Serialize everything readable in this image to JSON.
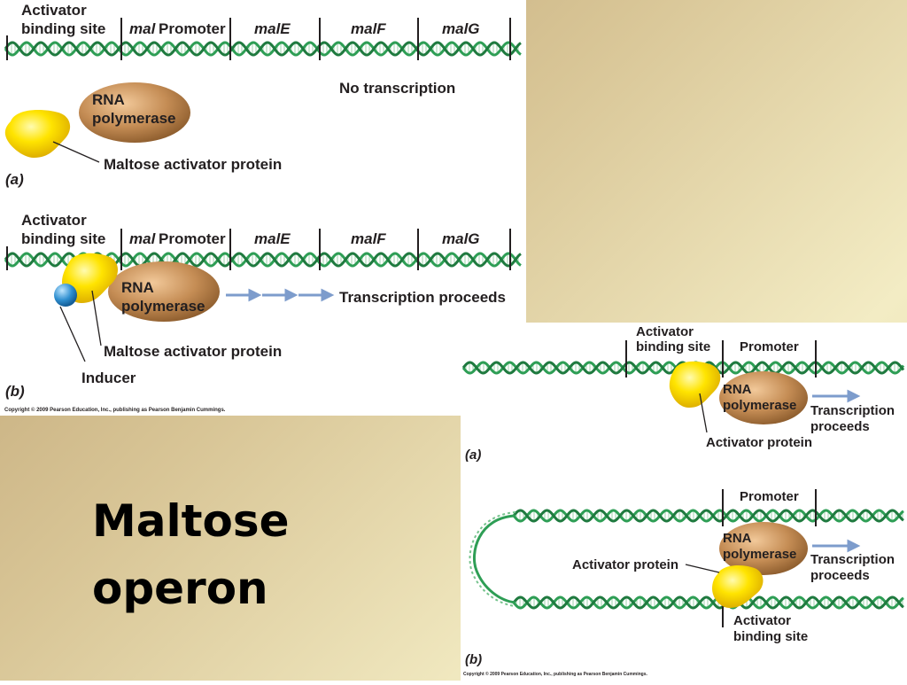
{
  "slide": {
    "title_line1": "Maltose",
    "title_line2": "operon",
    "colors": {
      "dna": "#2e9e55",
      "polymerase": "#c08a52",
      "activator": "#f5d800",
      "inducer": "#2f8fd0",
      "arrow": "#7d9ccc"
    }
  },
  "figure_top": {
    "a": {
      "region_activator_line1": "Activator",
      "region_activator_line2": "binding site",
      "region_mal_italic": "mal",
      "region_promoter": "Promoter",
      "gene_e": "malE",
      "gene_f": "malF",
      "gene_g": "malG",
      "rna_line1": "RNA",
      "rna_line2": "polymerase",
      "status": "No transcription",
      "activator_label": "Maltose activator protein",
      "panel_label": "(a)"
    },
    "b": {
      "region_activator_line1": "Activator",
      "region_activator_line2": "binding site",
      "region_mal_italic": "mal",
      "region_promoter": "Promoter",
      "gene_e": "malE",
      "gene_f": "malF",
      "gene_g": "malG",
      "rna_line1": "RNA",
      "rna_line2": "polymerase",
      "status": "Transcription proceeds",
      "activator_label": "Maltose activator protein",
      "inducer_label": "Inducer",
      "panel_label": "(b)"
    },
    "copyright": "Copyright © 2009 Pearson Education, Inc., publishing as Pearson Benjamin Cummings."
  },
  "figure_bottom": {
    "a": {
      "region_activator_line1": "Activator",
      "region_activator_line2": "binding site",
      "region_promoter": "Promoter",
      "rna_line1": "RNA",
      "rna_line2": "polymerase",
      "status_line1": "Transcription",
      "status_line2": "proceeds",
      "activator_label": "Activator protein",
      "panel_label": "(a)"
    },
    "b": {
      "region_promoter": "Promoter",
      "rna_line1": "RNA",
      "rna_line2": "polymerase",
      "status_line1": "Transcription",
      "status_line2": "proceeds",
      "activator_label": "Activator protein",
      "region_activator_line1": "Activator",
      "region_activator_line2": "binding site",
      "panel_label": "(b)"
    },
    "copyright": "Copyright © 2009 Pearson Education, Inc., publishing as Pearson Benjamin Cummings."
  }
}
